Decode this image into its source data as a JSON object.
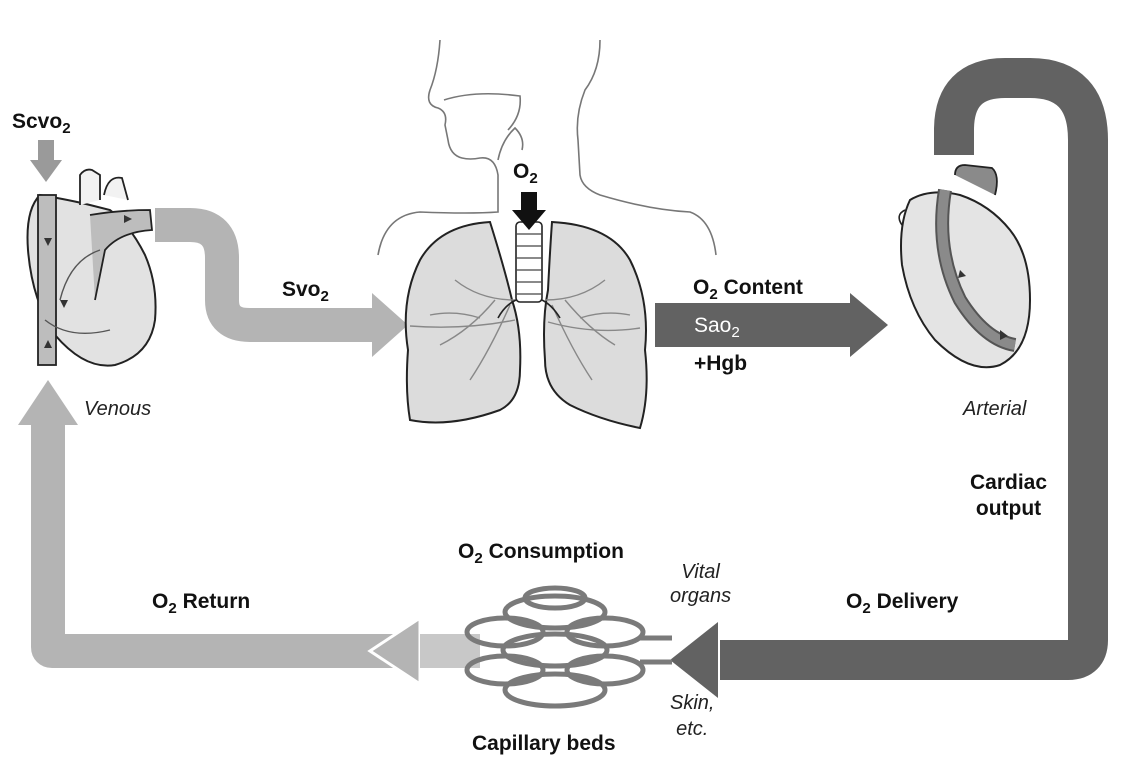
{
  "labels": {
    "scvo2": {
      "main": "Scvo",
      "sub": "2"
    },
    "svo2": {
      "main": "Svo",
      "sub": "2"
    },
    "o2_top": {
      "main": "O",
      "sub": "2"
    },
    "o2_content": {
      "pre": "O",
      "sub": "2",
      "post": " Content"
    },
    "sao2": {
      "main": "Sao",
      "sub": "2"
    },
    "hgb": "+Hgb",
    "venous": "Venous",
    "arterial": "Arterial",
    "cardiac_output_line1": "Cardiac",
    "cardiac_output_line2": "output",
    "o2_consumption": {
      "pre": "O",
      "sub": "2",
      "post": " Consumption"
    },
    "vital_organs_line1": "Vital",
    "vital_organs_line2": "organs",
    "o2_return": {
      "pre": "O",
      "sub": "2",
      "post": " Return"
    },
    "o2_delivery": {
      "pre": "O",
      "sub": "2",
      "post": " Delivery"
    },
    "skin_line1": "Skin,",
    "skin_line2": "etc.",
    "capillary_beds": "Capillary beds"
  },
  "colors": {
    "light_arrow": "#b4b4b4",
    "dark_arrow": "#626262",
    "black_arrow": "#111111",
    "lung_fill": "#dcdcdc",
    "outline": "#222222"
  }
}
